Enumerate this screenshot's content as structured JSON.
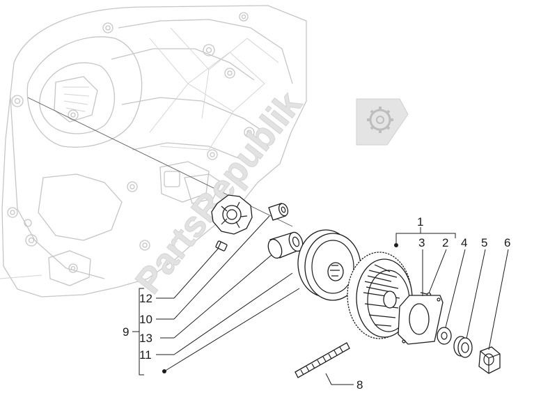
{
  "watermark": {
    "text": "PartsRepublik",
    "icon": "gear-icon"
  },
  "callouts": {
    "c1": "1",
    "c2": "2",
    "c3": "3",
    "c4": "4",
    "c5": "5",
    "c6": "6",
    "c7": "",
    "c8": "8",
    "c9": "9",
    "c10": "10",
    "c11": "11",
    "c12": "12",
    "c13": "13"
  },
  "colors": {
    "line": "#1c1c1c",
    "ghost": "#c5c5c5",
    "watermark": "#e0e0e0"
  }
}
